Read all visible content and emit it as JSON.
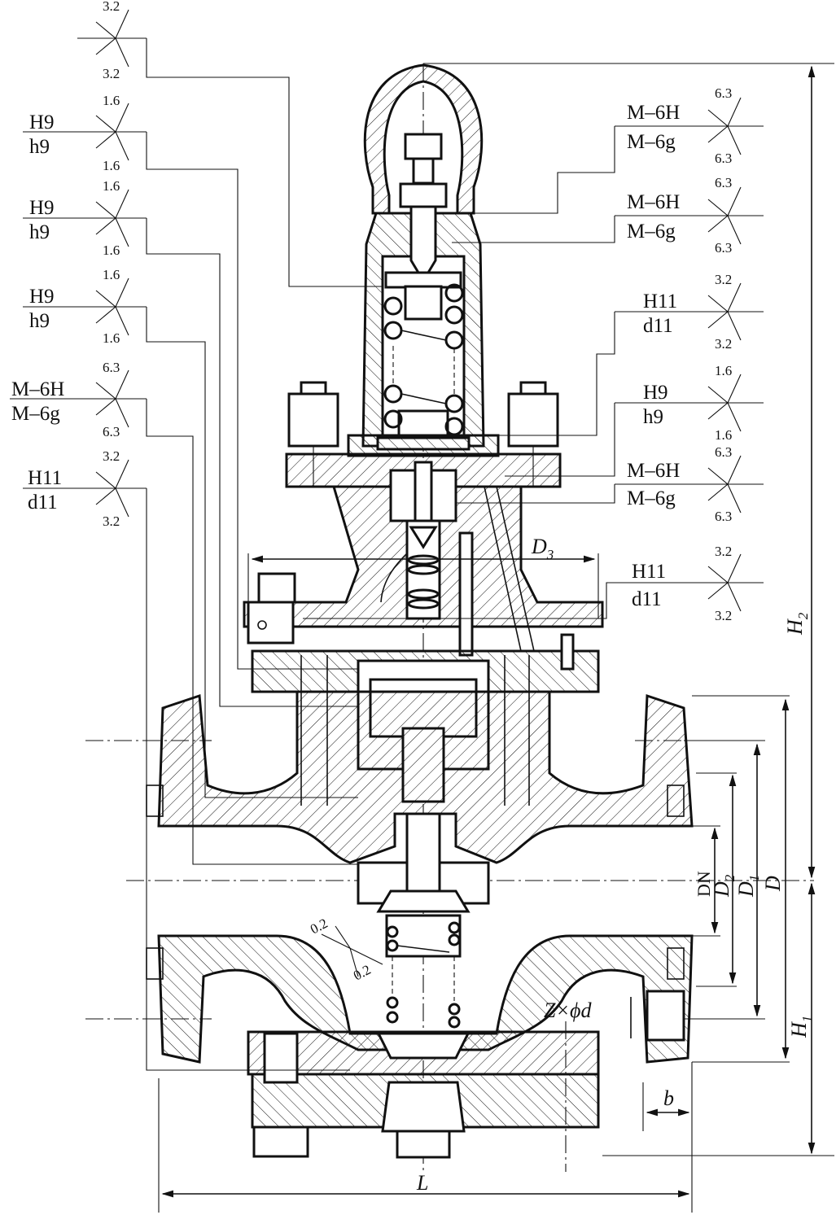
{
  "notes": {
    "left": [
      {
        "top": "3.2",
        "bottom": "3.2"
      },
      {
        "fit_top": "H9",
        "fit_bottom": "h9",
        "top": "1.6",
        "bottom": "1.6"
      },
      {
        "fit_top": "H9",
        "fit_bottom": "h9",
        "top": "1.6",
        "bottom": "1.6"
      },
      {
        "fit_top": "H9",
        "fit_bottom": "h9",
        "top": "1.6",
        "bottom": "1.6"
      },
      {
        "fit_top": "M–6H",
        "fit_bottom": "M–6g",
        "top": "6.3",
        "bottom": "6.3"
      },
      {
        "fit_top": "H11",
        "fit_bottom": "d11",
        "top": "3.2",
        "bottom": "3.2"
      }
    ],
    "right": [
      {
        "fit_top": "M–6H",
        "fit_bottom": "M–6g",
        "top": "6.3",
        "bottom": "6.3"
      },
      {
        "fit_top": "M–6H",
        "fit_bottom": "M–6g",
        "top": "6.3",
        "bottom": "6.3"
      },
      {
        "fit_top": "H11",
        "fit_bottom": "d11",
        "top": "3.2",
        "bottom": "3.2"
      },
      {
        "fit_top": "H9",
        "fit_bottom": "h9",
        "top": "1.6",
        "bottom": "1.6"
      },
      {
        "fit_top": "M–6H",
        "fit_bottom": "M–6g",
        "top": "6.3",
        "bottom": "6.3"
      },
      {
        "fit_top": "H11",
        "fit_bottom": "d11",
        "top": "3.2",
        "bottom": "3.2"
      }
    ]
  },
  "inner_roughness": {
    "top": "0.2",
    "bottom": "0.2"
  },
  "dimensions": {
    "d3": {
      "main": "D",
      "sub": "3"
    },
    "h2": {
      "main": "H",
      "sub": "2"
    },
    "h1": {
      "main": "H",
      "sub": "1"
    },
    "dn": "DN",
    "d2": {
      "main": "D",
      "sub": "2"
    },
    "d1": {
      "main": "D",
      "sub": "1"
    },
    "d": "D",
    "bolt_holes": "Z×ϕd",
    "b": "b",
    "l": "L"
  }
}
